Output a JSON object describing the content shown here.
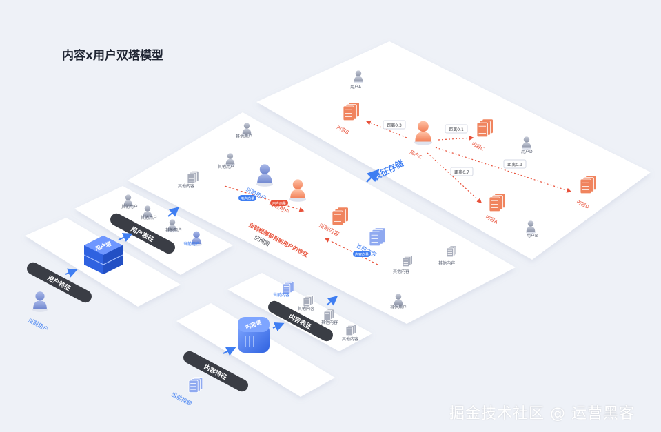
{
  "title": "内容x用户双塔模型",
  "watermark": "掘金技术社区 @ 运营黑客",
  "colors": {
    "background": "#eef1f7",
    "platform": "#ffffff",
    "blue_accent": "#3f7ef2",
    "orange_accent": "#f0724a",
    "dark_bar": "#3a3d45",
    "red_text": "#e8513a"
  },
  "user_tower": {
    "current_user": "当前用户",
    "feature_bar": "用户特征",
    "tower_label": "用户塔",
    "repr_bar": "用户表征",
    "other_users": [
      "其他用户",
      "其他用户",
      "其他用户"
    ],
    "highlight_user": "当前用户"
  },
  "content_tower": {
    "current_content": "当前视频",
    "feature_bar": "内容特征",
    "tower_label": "内容塔",
    "repr_bar": "内容表征",
    "highlight_content": "当前内容",
    "other_contents": [
      "其他内容",
      "其他内容",
      "其他内容"
    ]
  },
  "matching": {
    "user_label": "当前用户",
    "user_badge": "用户向量",
    "content_label": "当前内容",
    "content_badge": "内容向量",
    "top_other_users": [
      "其他用户",
      "其他用户"
    ],
    "top_other_content": "其他内容",
    "right_other_contents": [
      "其他内容",
      "其他内容"
    ],
    "right_other_user": "其他用户",
    "highlight_user": "当前用户",
    "highlight_content": "当前内容",
    "note_line1": "当前视频和当前用户的表征",
    "note_line2": "空间图"
  },
  "storage": {
    "label": "表征存储",
    "user_a": "用户A",
    "user_c": "用户C",
    "user_d": "用户D",
    "user_b": "用户B",
    "content_a": "内容A",
    "content_b": "内容B",
    "content_c": "内容C",
    "content_d": "内容D",
    "dist_b": "距离0.3",
    "dist_c": "距离0.1",
    "dist_a": "距离0.7",
    "dist_d": "距离0.9"
  }
}
